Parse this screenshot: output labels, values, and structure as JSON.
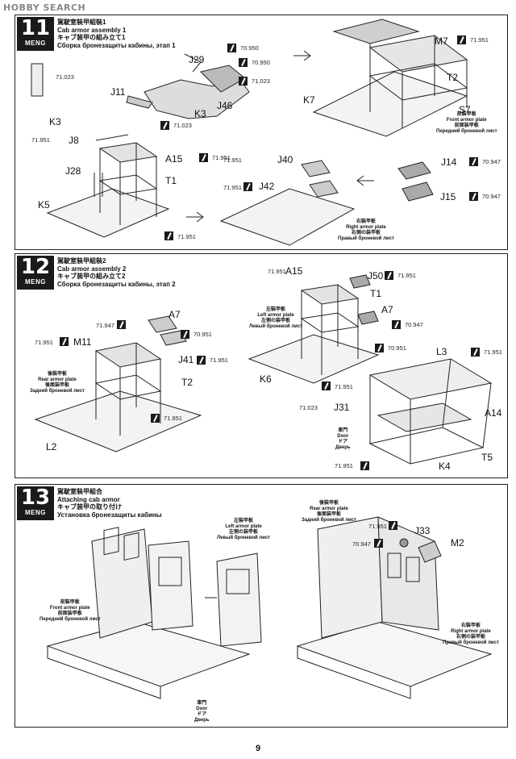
{
  "watermark": "HOBBY SEARCH",
  "page_number": "9",
  "steps": [
    {
      "number": "11",
      "brand": "MENG",
      "title_zh": "駕駛室裝甲組裝1",
      "title_en": "Cab armor assembly 1",
      "title_jp": "キャブ装甲の組み立て1",
      "title_ru": "Сборка бронезащиты кабины, этап 1",
      "labels": [
        "J29",
        "J11",
        "K3",
        "J46",
        "K3",
        "M7",
        "T2",
        "K7",
        "S7",
        "J8",
        "A15",
        "T1",
        "J28",
        "K5",
        "J40",
        "J42",
        "J14",
        "J15"
      ],
      "codes": [
        "70.950",
        "70.950",
        "71.023",
        "71.023",
        "71.023",
        "71.951",
        "71.951",
        "71.951",
        "71.951",
        "71.951",
        "71.951",
        "70.947",
        "70.947"
      ],
      "notes": {
        "front_armor": [
          "前裝甲板",
          "Front armor plate",
          "前面装甲板",
          "Передний броневой лист"
        ],
        "right_armor": [
          "右裝甲板",
          "Right armor plate",
          "右側の装甲板",
          "Правый броневой лист"
        ]
      }
    },
    {
      "number": "12",
      "brand": "MENG",
      "title_zh": "駕駛室裝甲組裝2",
      "title_en": "Cab armor assembly 2",
      "title_jp": "キャブ装甲の組み立て2",
      "title_ru": "Сборка бронезащиты кабины, этап 2",
      "labels": [
        "A15",
        "J50",
        "T1",
        "A7",
        "A7",
        "M11",
        "J41",
        "T2",
        "L2",
        "K6",
        "L3",
        "J31",
        "A14",
        "T5",
        "K4"
      ],
      "codes": [
        "71.951",
        "71.951",
        "71.947",
        "70.951",
        "71.951",
        "71.951",
        "70.947",
        "70.951",
        "71.951",
        "71.951",
        "71.023",
        "71.951",
        "71.951"
      ],
      "notes": {
        "left_armor": [
          "左裝甲板",
          "Left armor plate",
          "左側の装甲板",
          "Левый броневой лист"
        ],
        "rear_armor": [
          "後裝甲板",
          "Rear armor plate",
          "後面装甲板",
          "Задний броневой лист"
        ],
        "door": [
          "車門",
          "Door",
          "ドア",
          "Дверь"
        ]
      }
    },
    {
      "number": "13",
      "brand": "MENG",
      "title_zh": "駕駛室裝甲組合",
      "title_en": "Attaching cab armor",
      "title_jp": "キャブ装甲の取り付け",
      "title_ru": "Установка бронезащиты кабины",
      "labels": [
        "J33",
        "M2"
      ],
      "codes": [
        "71.951",
        "70.947"
      ],
      "notes": {
        "left_armor": [
          "左裝甲板",
          "Left armor plate",
          "左側の装甲板",
          "Левый броневой лист"
        ],
        "front_armor": [
          "前裝甲板",
          "Front armor plate",
          "前面装甲板",
          "Передний броневой лист"
        ],
        "rear_armor": [
          "後裝甲板",
          "Rear armor plate",
          "後面装甲板",
          "Задний броневой лист"
        ],
        "right_armor": [
          "右裝甲板",
          "Right armor plate",
          "右側の装甲板",
          "Правый броневой лист"
        ],
        "door": [
          "車門",
          "Door",
          "ドア",
          "Дверь"
        ]
      }
    }
  ]
}
